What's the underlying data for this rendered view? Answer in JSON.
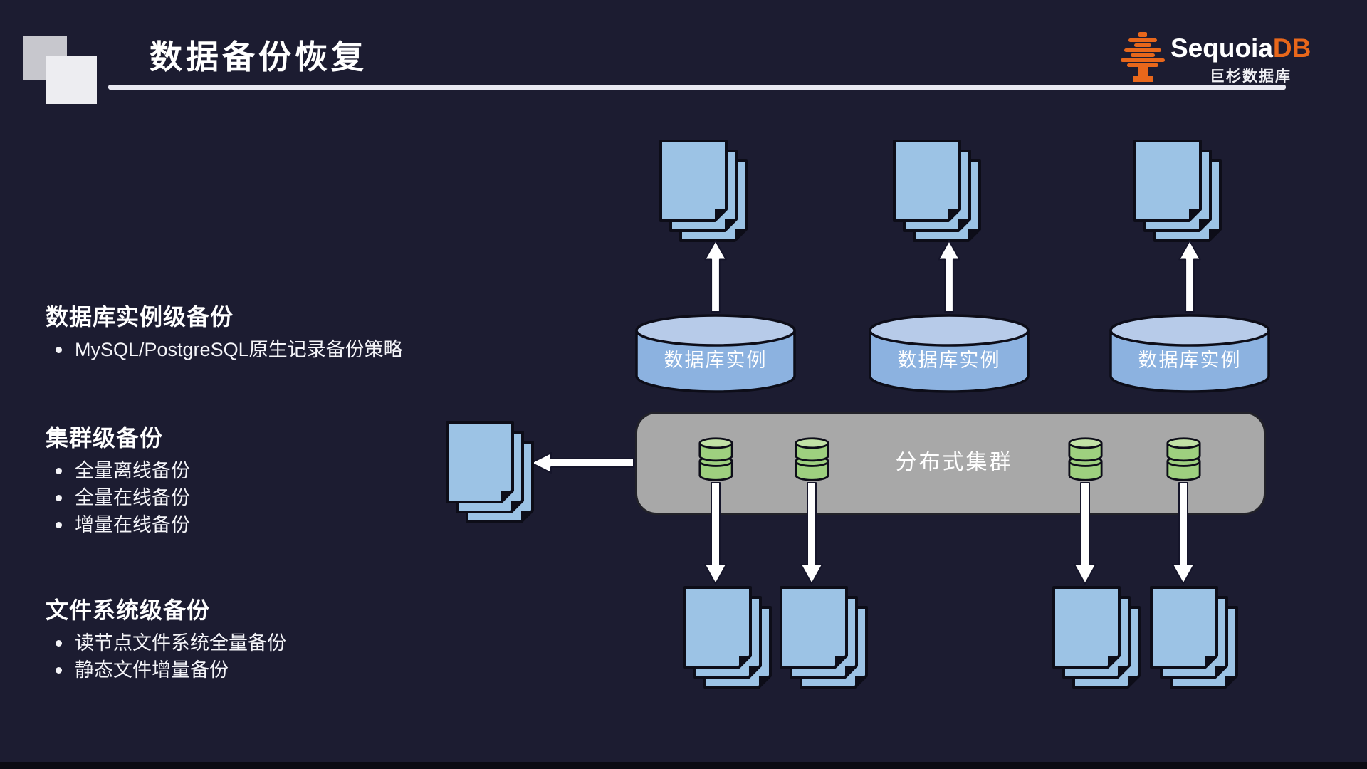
{
  "page": {
    "title": "数据备份恢复"
  },
  "logo": {
    "brand_white": "Sequoia",
    "brand_orange": "DB",
    "subtitle": "巨杉数据库"
  },
  "sections": [
    {
      "heading": "数据库实例级备份",
      "bullets": [
        "MySQL/PostgreSQL原生记录备份策略"
      ]
    },
    {
      "heading": "集群级备份",
      "bullets": [
        "全量离线备份",
        "全量在线备份",
        "增量在线备份"
      ]
    },
    {
      "heading": "文件系统级备份",
      "bullets": [
        "读节点文件系统全量备份",
        "静态文件增量备份"
      ]
    }
  ],
  "diagram": {
    "instance_label": "数据库实例",
    "cluster_label": "分布式集群"
  },
  "colors": {
    "background": "#1c1c31",
    "document_blue": "#9cc3e5",
    "cylinder_blue": "#8cb2e0",
    "cylinder_top_blue": "#b7cbe9",
    "node_green": "#9ed07f",
    "cluster_gray": "#a8a8a8",
    "accent_orange": "#e8671b"
  }
}
